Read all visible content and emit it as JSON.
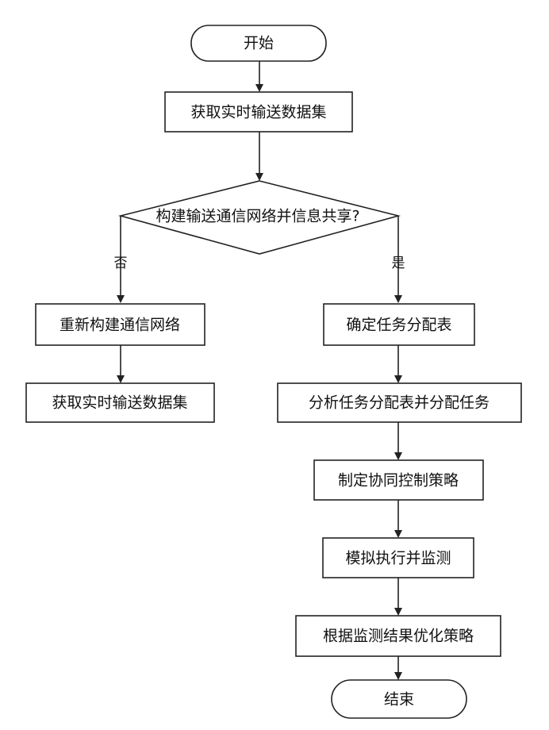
{
  "flowchart": {
    "start": "开始",
    "step_acquire": "获取实时输送数据集",
    "decision": "构建输送通信网络并信息共享?",
    "branch_no": "否",
    "branch_yes": "是",
    "no_rebuild": "重新构建通信网络",
    "no_acquire": "获取实时输送数据集",
    "yes_table": "确定任务分配表",
    "yes_analyze": "分析任务分配表并分配任务",
    "yes_strategy": "制定协同控制策略",
    "yes_simulate": "模拟执行并监测",
    "yes_optimize": "根据监测结果优化策略",
    "end": "结束"
  },
  "colors": {
    "stroke": "#222222",
    "text": "#111111",
    "background": "#ffffff"
  }
}
